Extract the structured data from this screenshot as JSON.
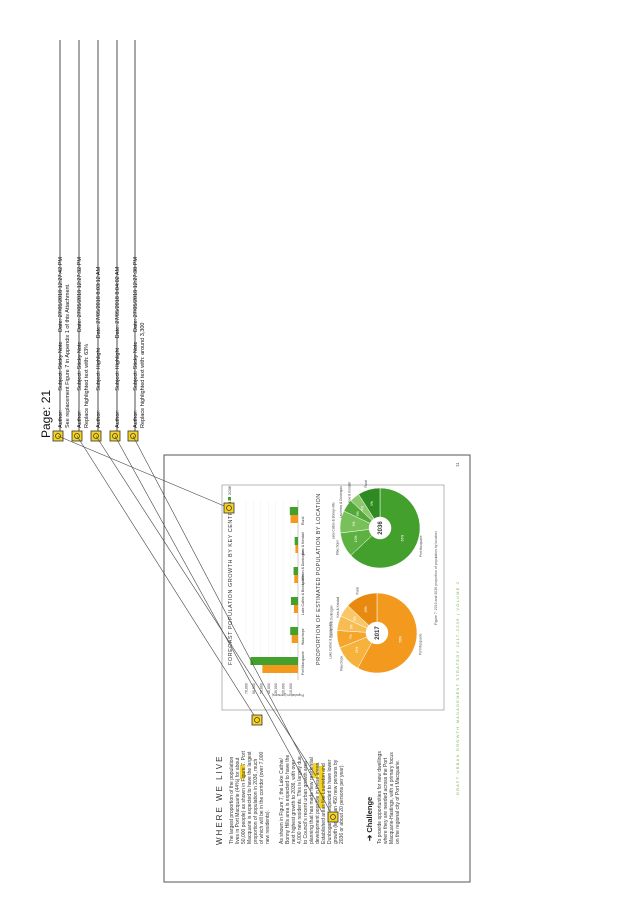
{
  "page_header": "Page: 21",
  "comments": [
    {
      "author_label": "Author:",
      "subject": "Subject: Sticky Note",
      "date": "Date: 27/05/2018 12:27:42 PM",
      "body": "See replacement Figure 7 in Appendix 1 of this Attachment."
    },
    {
      "author_label": "Author:",
      "subject": "Subject: Sticky Note",
      "date": "Date: 27/05/2018 12:27:32 PM",
      "body": "Replace highlighted text with: 63%"
    },
    {
      "author_label": "Author:",
      "subject": "Subject: Highlight",
      "date": "Date: 27/05/2018 8:03:12 AM",
      "body": ""
    },
    {
      "author_label": "Author:",
      "subject": "Subject: Highlight",
      "date": "Date: 27/05/2018 8:04:02 AM",
      "body": ""
    },
    {
      "author_label": "Author:",
      "subject": "Subject: Sticky Note",
      "date": "Date: 27/05/2018 12:27:38 PM",
      "body": "Replace highlighted text with: around 3,300"
    }
  ],
  "doc": {
    "section": "WHERE WE LIVE",
    "para1": [
      "The largest proportion of the population",
      "lives in Port Macquarie (44%) for about",
      "50,000 people) as shown in Figure 7. Port",
      "Macquarie is expected to have the largest",
      "proportion of population in 2036, much",
      "of which will be in the corridor (over 7,000",
      "new residents)."
    ],
    "para2": [
      "As shown in Figure 7, the Lake Cathie/",
      "Bonny Hills area is expected to have the",
      "next highest growth to 2036, with over",
      "4,000 new residents. This is largely due",
      "to Council's recent urban growth area",
      "planning that has made new residential",
      "development possible in these areas.",
      "Established areas like Laurieton and",
      "Dunbogan are expected to have lower",
      "growth (less than 450 new persons by",
      "2036 or about 20 persons per year)."
    ],
    "challenge_title": "Challenge",
    "challenge_text": [
      "To provide opportunities for new dwellings",
      "where they are needed across the Port",
      "Macquarie-Hastings, with a primary focus",
      "on the regional city of Port Macquarie."
    ],
    "figure_title": "FORECAST POPULATION GROWTH BY KEY CENTRES",
    "legend_2017": "2017",
    "legend_2036": "2036",
    "ylabel": "Population (persons)",
    "pie_title": "PROPORTION OF ESTIMATED POPULATION BY LOCATION",
    "pie_2017": "2017",
    "pie_2036": "2036",
    "figure_caption": "Figure 7: 2016 and 2036 proportion of population by location",
    "footer": "DRAFT URBAN GROWTH MANAGEMENT STRATEGY 2017-2036 | VOLUME 2",
    "page_number": "11"
  },
  "chart_data": [
    {
      "type": "bar",
      "title": "FORECAST POPULATION GROWTH BY KEY CENTRES",
      "ylabel": "Population (persons)",
      "ylim": [
        0,
        70000
      ],
      "y_ticks": [
        "10,000",
        "20,000",
        "30,000",
        "40,000",
        "50,000",
        "60,000",
        "70,000"
      ],
      "categories": [
        "Port Macquarie",
        "Wauchope",
        "Lake Cathie & Bonny Hills",
        "Laurieton & Dunbogan",
        "Kew & Kendall",
        "Rural"
      ],
      "series": [
        {
          "name": "2017",
          "color": "#f39a1e",
          "values": [
            48000,
            8500,
            5500,
            5000,
            3500,
            10000
          ]
        },
        {
          "name": "2036",
          "color": "#43a02c",
          "values": [
            64000,
            10500,
            9500,
            6000,
            4500,
            11000
          ]
        }
      ],
      "legend": "top-right"
    },
    {
      "type": "pie",
      "title": "2017",
      "labels": [
        "Port Macquarie",
        "Wauchope",
        "Lake Cathie & Bonny Hills",
        "Laurieton & Dunbogan",
        "Kew & Kendall",
        "Rural"
      ],
      "values": [
        58,
        11,
        7,
        6,
        5,
        13
      ]
    },
    {
      "type": "pie",
      "title": "2036",
      "labels": [
        "Port Macquarie",
        "Wauchope",
        "Lake Cathie & Bonny Hills",
        "Laurieton & Dunbogan",
        "Kew & Kendall",
        "Rural"
      ],
      "values": [
        63,
        10,
        9,
        5,
        4,
        9
      ]
    }
  ]
}
